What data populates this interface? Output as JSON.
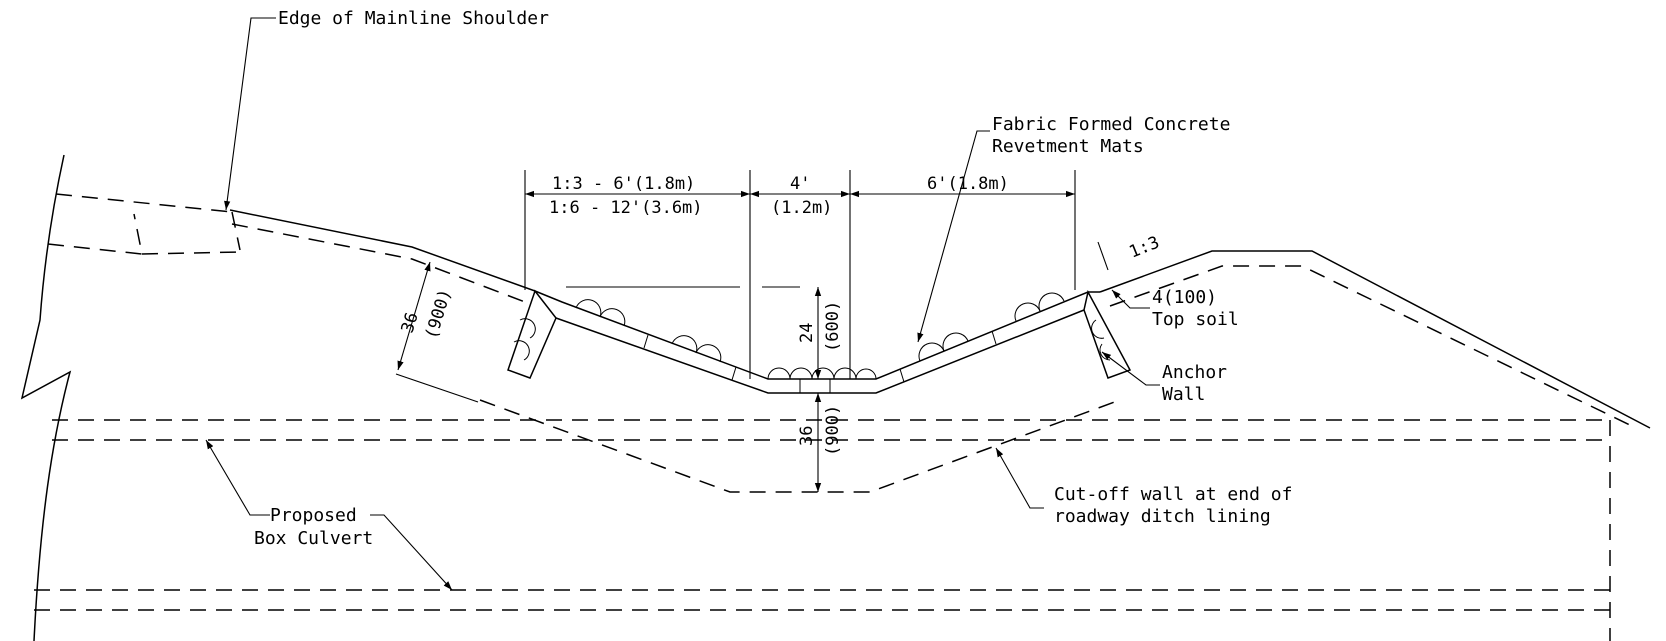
{
  "labels": {
    "mainline_shoulder": "Edge of Mainline Shoulder",
    "fabric_mats_line1": "Fabric Formed Concrete",
    "fabric_mats_line2": "Revetment Mats",
    "topsoil_line1": "4(100)",
    "topsoil_line2": "Top soil",
    "anchor_line1": "Anchor",
    "anchor_line2": "Wall",
    "box_culvert_line1": "Proposed",
    "box_culvert_line2": "Box Culvert",
    "cutoff_line1": "Cut-off wall at end of",
    "cutoff_line2": "roadway ditch lining"
  },
  "dimensions": {
    "left_slope_a": "1:3 - 6'(1.8m)",
    "left_slope_b": "1:6 - 12'(3.6m)",
    "bottom_width_a": "4'",
    "bottom_width_b": "(1.2m)",
    "right_slope_width": "6'(1.8m)",
    "right_slope_ratio": "1:3",
    "depth_a": "24",
    "depth_b": "(600)",
    "cut_depth_a": "36",
    "cut_depth_b": "(900)",
    "left_depth_a": "36",
    "left_depth_b": "(900)"
  }
}
